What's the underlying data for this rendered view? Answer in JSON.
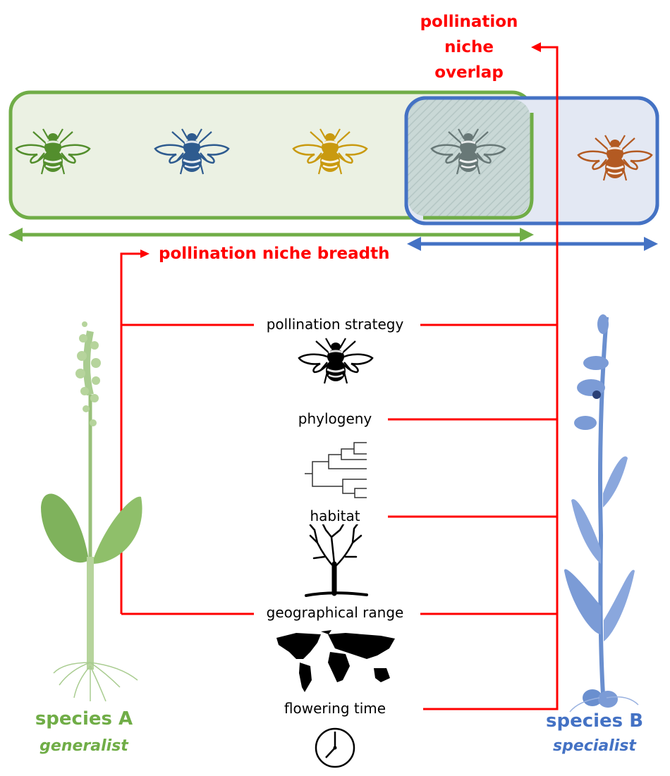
{
  "colors": {
    "accent_red": "#ff0000",
    "species_a_green": "#70ad47",
    "species_b_blue": "#4472c4",
    "box_a_fill": "#ebf1e3",
    "box_b_fill": "#e3e8f3",
    "overlap_fill": "#c9d8d6"
  },
  "annotations": {
    "overlap_line1": "pollination",
    "overlap_line2": "niche",
    "overlap_line3": "overlap",
    "breadth": "pollination niche breadth"
  },
  "pollinators": [
    {
      "name": "pollinator-green",
      "color": "#538e2d",
      "niche": "species A"
    },
    {
      "name": "pollinator-blue",
      "color": "#2e5b8f",
      "niche": "species A"
    },
    {
      "name": "pollinator-yellow",
      "color": "#c99a10",
      "niche": "species A"
    },
    {
      "name": "pollinator-grey",
      "color": "#687877",
      "niche": "shared"
    },
    {
      "name": "pollinator-orange",
      "color": "#b35a22",
      "niche": "species B"
    }
  ],
  "factors": [
    {
      "label": "pollination strategy",
      "icon": "bee-icon"
    },
    {
      "label": "phylogeny",
      "icon": "phylogeny-tree-icon"
    },
    {
      "label": "habitat",
      "icon": "tree-icon"
    },
    {
      "label": "geographical range",
      "icon": "world-map-icon"
    },
    {
      "label": "flowering time",
      "icon": "clock-icon"
    }
  ],
  "species": {
    "a": {
      "name": "species A",
      "role": "generalist"
    },
    "b": {
      "name": "species B",
      "role": "specialist"
    }
  }
}
